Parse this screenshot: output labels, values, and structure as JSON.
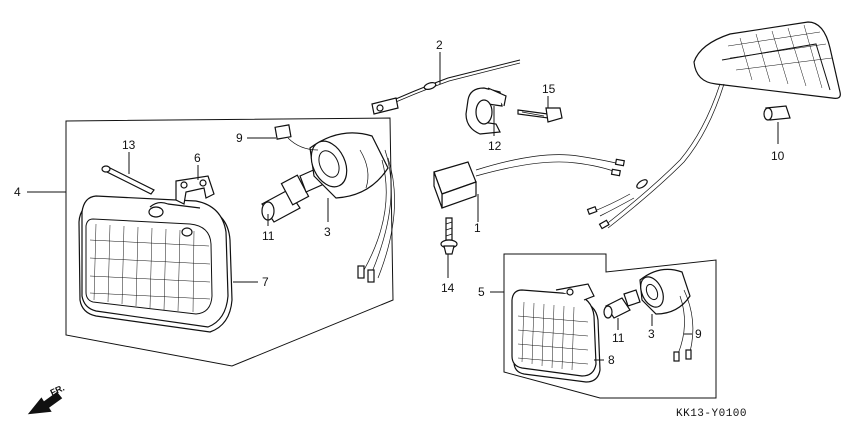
{
  "diagram": {
    "callouts": {
      "n1": "1",
      "n2": "2",
      "n3a": "3",
      "n3b": "3",
      "n4": "4",
      "n5": "5",
      "n6": "6",
      "n7": "7",
      "n8": "8",
      "n9a": "9",
      "n9b": "9",
      "n10": "10",
      "n11a": "11",
      "n11b": "11",
      "n12": "12",
      "n13": "13",
      "n14": "14",
      "n15": "15"
    },
    "front_arrow_label": "FR.",
    "diagram_code": "KK13-Y0100"
  }
}
